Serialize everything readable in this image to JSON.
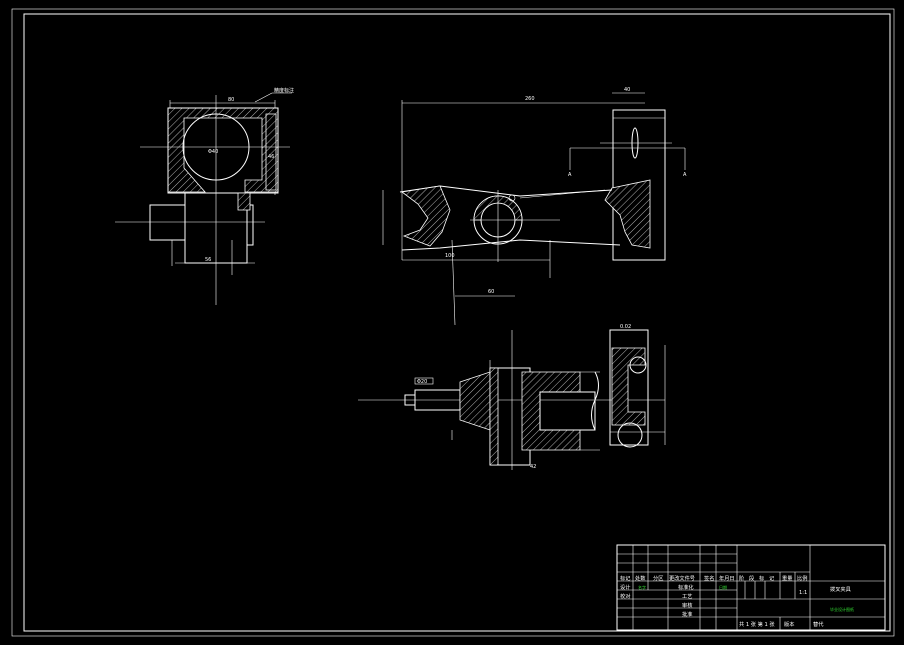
{
  "drawing": {
    "top_view": {
      "dim_top": "80",
      "dim_tag": "精度标注",
      "dim_right": "46",
      "dim_bore": "Φ40",
      "dim_bottom": "56"
    },
    "front_view": {
      "dim_length": "260",
      "dim_head": "40",
      "dim_a": "100",
      "dim_b": "60",
      "section_mark_left": "A",
      "section_mark_right": "A"
    },
    "section_view": {
      "dim_pin": "Φ20",
      "dim_mark": "0.02",
      "dim_height": "42"
    }
  },
  "title_block": {
    "headers": [
      "标记",
      "处数",
      "分区",
      "更改文件号",
      "签名",
      "年月日"
    ],
    "stage_labels": [
      "阶",
      "段",
      "标",
      "记"
    ],
    "weight_label": "重量",
    "scale_label": "比例",
    "scale_value": "1:1",
    "design_label": "设计",
    "design_value": "名字",
    "check_label": "校对",
    "standard_label": "标准化",
    "standard_value": "日期",
    "craft_label": "工艺",
    "review_label": "审核",
    "approve_label": "批准",
    "drawing_title": "拨叉夹具",
    "drawing_code": "毕业设计图纸",
    "sheet_info": "共 1 张 第 1 张",
    "version_label": "版本",
    "replace_label": "替代"
  }
}
